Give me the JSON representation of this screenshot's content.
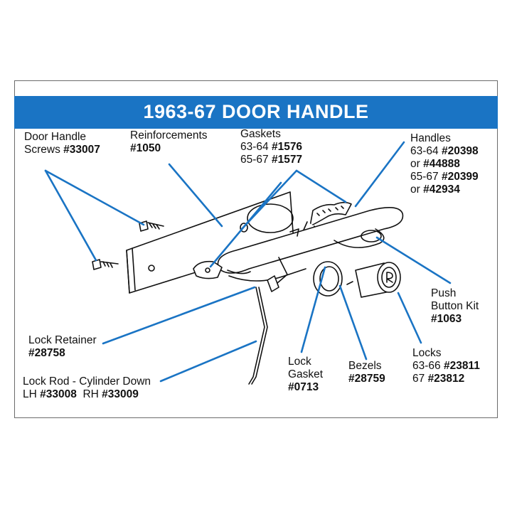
{
  "title": "1963-67 DOOR HANDLE",
  "colors": {
    "banner": "#1a74c4",
    "leader": "#1a74c4",
    "ink": "#111111"
  },
  "labels": {
    "screws": {
      "line1": "Door Handle",
      "line2_text": "Screws ",
      "line2_part": "#33007"
    },
    "reinforcements": {
      "line1": "Reinforcements",
      "part": "#1050"
    },
    "gaskets": {
      "line1": "Gaskets",
      "row1_text": "63-64 ",
      "row1_part": "#1576",
      "row2_text": "65-67 ",
      "row2_part": "#1577"
    },
    "handles": {
      "line1": "Handles",
      "row1_text": "63-64 ",
      "row1_part": "#20398",
      "row2_text": "or ",
      "row2_part": "#44888",
      "row3_text": "65-67 ",
      "row3_part": "#20399",
      "row4_text": "or ",
      "row4_part": "#42934"
    },
    "push_button": {
      "line1": "Push",
      "line2": "Button Kit",
      "part": "#1063"
    },
    "lock_retainer": {
      "line1": "Lock Retainer",
      "part": "#28758"
    },
    "lock_rod": {
      "line1": "Lock Rod - Cylinder Down",
      "row_text1": "LH ",
      "row_part1": "#33008",
      "row_text2": "  RH ",
      "row_part2": "#33009"
    },
    "lock_gasket": {
      "line1": "Lock",
      "line2": "Gasket",
      "part": "#0713"
    },
    "bezels": {
      "line1": "Bezels",
      "part": "#28759"
    },
    "locks": {
      "line1": "Locks",
      "row1_text": "63-66 ",
      "row1_part": "#23811",
      "row2_text": "67 ",
      "row2_part": "#23812"
    }
  }
}
